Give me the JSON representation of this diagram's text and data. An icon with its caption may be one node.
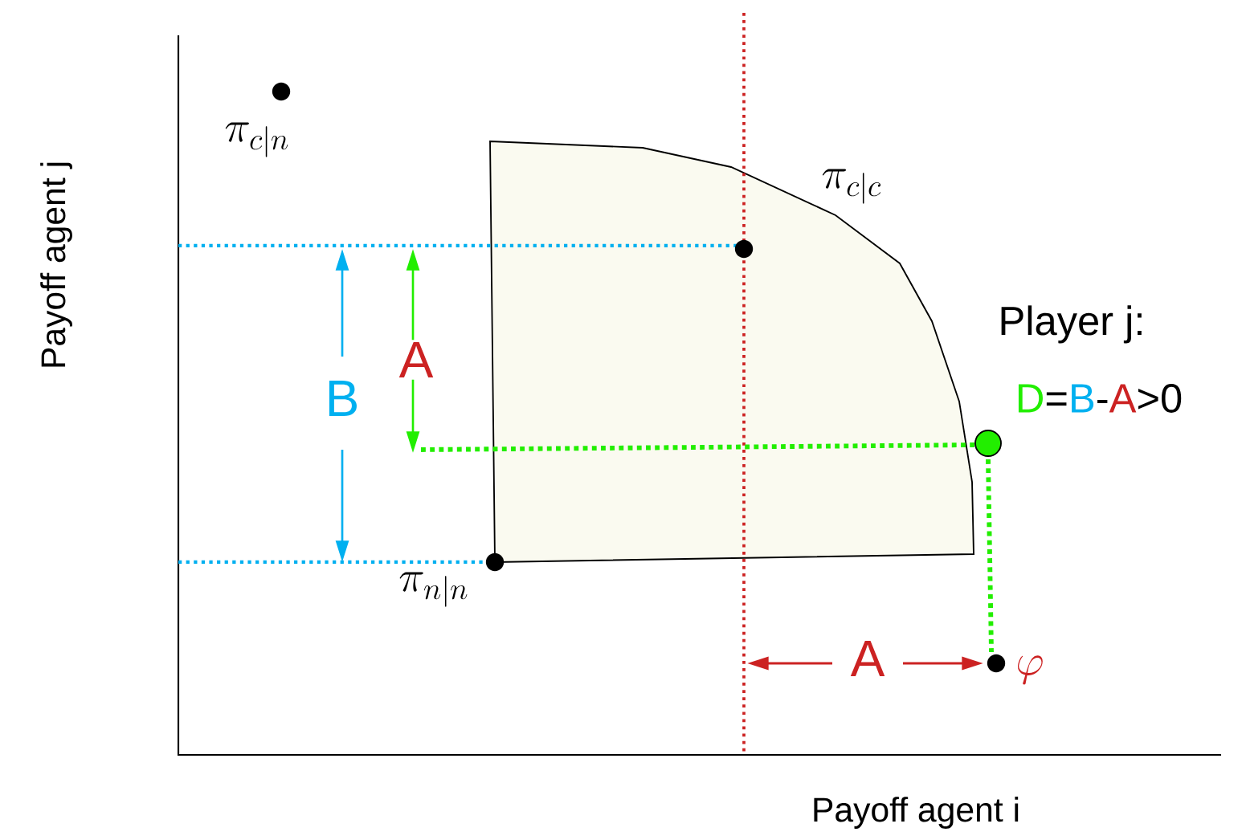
{
  "diagram": {
    "labels": [
      "Payoff agent j",
      "\\pi_{c|n}",
      "\\pi_{c|c}",
      "B",
      "A",
      "Player j:",
      "D",
      "=",
      "B",
      "-",
      "A",
      ">0",
      "\\pi_{n|n}",
      "A",
      "\\varphi",
      "Payoff agent i"
    ]
  }
}
